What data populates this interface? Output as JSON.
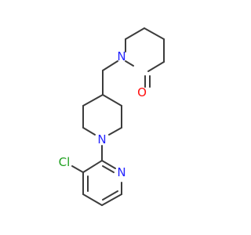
{
  "atoms": {
    "nitrogen_lactam": "N",
    "oxygen_carbonyl": "O",
    "nitrogen_piperidine": "N",
    "chlorine": "Cl",
    "nitrogen_pyridine": "N"
  },
  "colors": {
    "bond": "#3c3c3c",
    "nitrogen": "#2424ff",
    "oxygen": "#ff0d0d",
    "chlorine": "#1fa01f"
  }
}
